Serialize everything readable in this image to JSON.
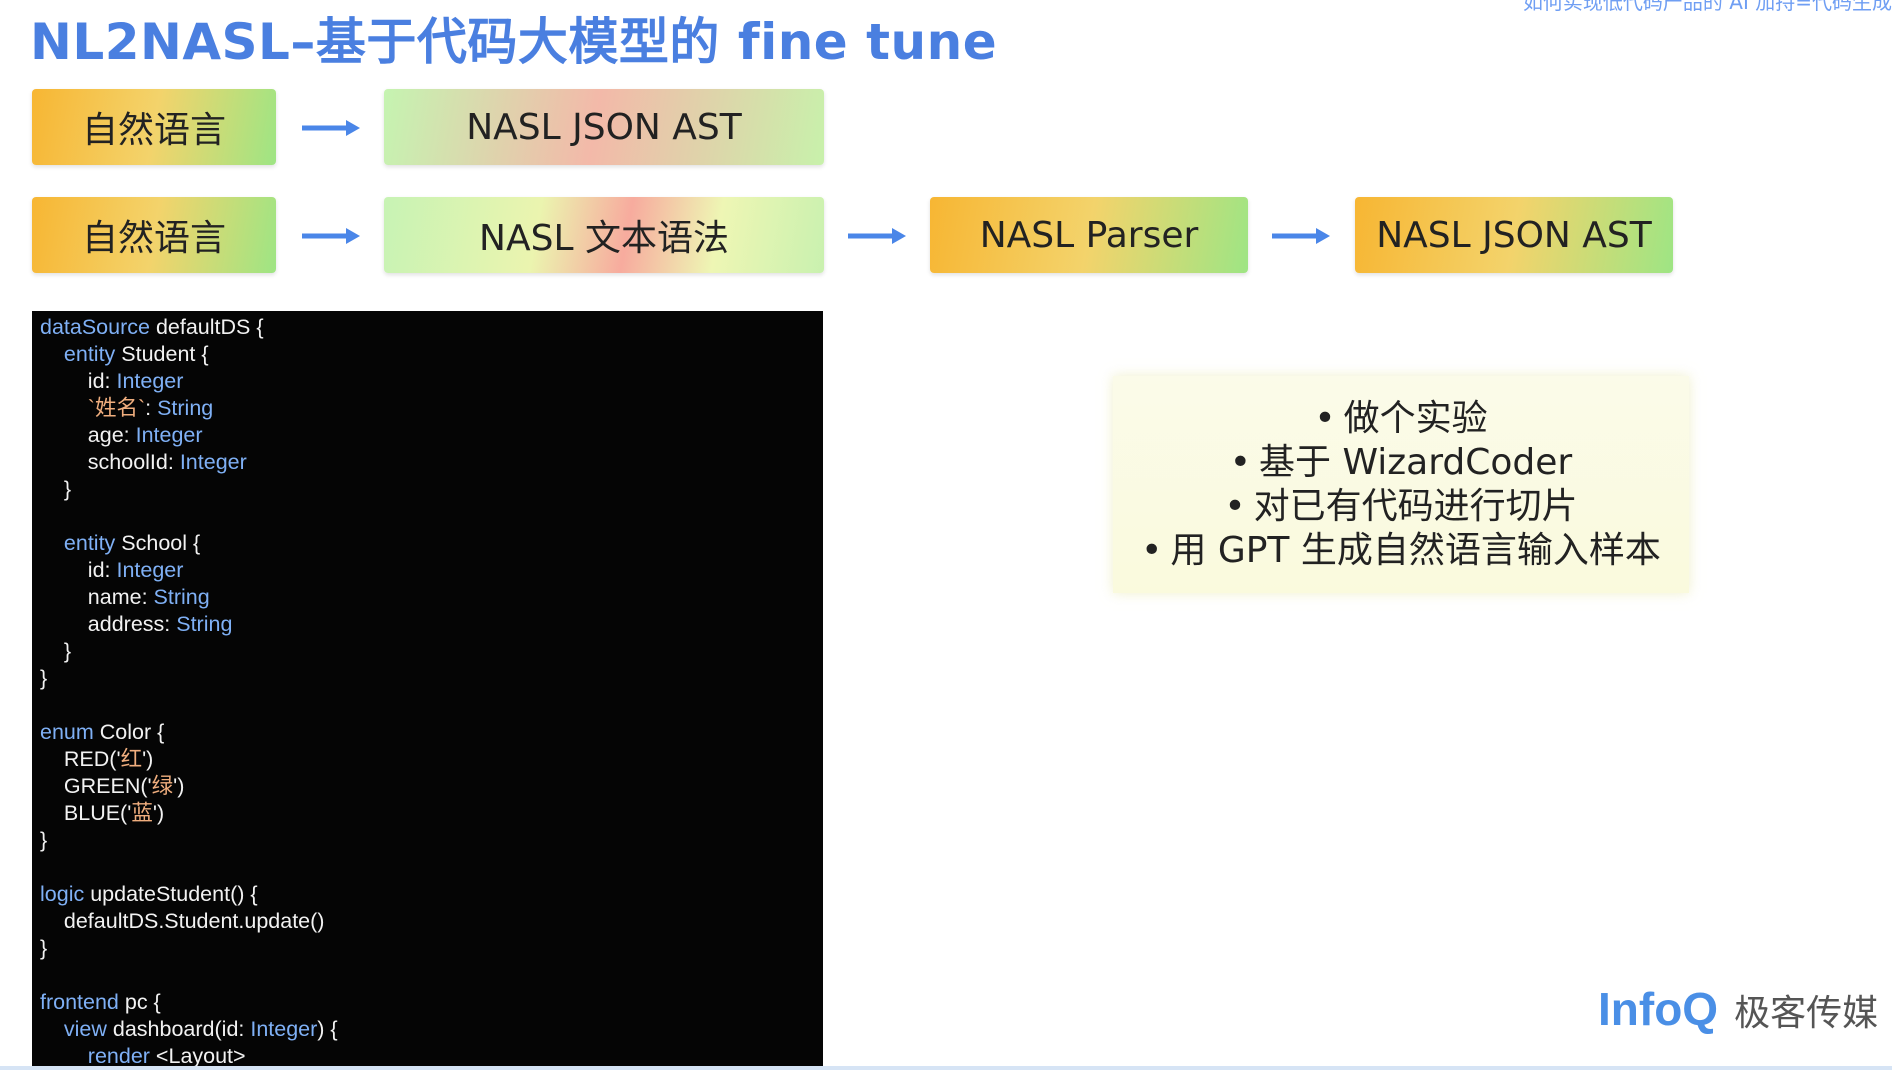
{
  "slide": {
    "title": "NL2NASL–基于代码大模型的 fine tune",
    "top_caption": "如何实现低代码产品的 AI 加持=代码生成",
    "pipeline_row1": {
      "step1": "自然语言",
      "step2": "NASL JSON AST"
    },
    "pipeline_row2": {
      "step1": "自然语言",
      "step2": "NASL 文本语法",
      "step3": "NASL Parser",
      "step4": "NASL JSON AST"
    },
    "notes": [
      "做个实验",
      "基于 WizardCoder",
      "对已有代码进行切片",
      "用 GPT 生成自然语言输入样本"
    ],
    "bullet_glyph": "•",
    "logo_brand": "InfoQ",
    "logo_sub": "极客传媒"
  },
  "code_lines": [
    [
      {
        "t": "dataSource",
        "c": "kw"
      },
      {
        "t": " defaultDS {"
      }
    ],
    [
      {
        "t": "    "
      },
      {
        "t": "entity",
        "c": "kw"
      },
      {
        "t": " Student {"
      }
    ],
    [
      {
        "t": "        id: "
      },
      {
        "t": "Integer",
        "c": "ty"
      }
    ],
    [
      {
        "t": "        "
      },
      {
        "t": "`姓名`",
        "c": "str"
      },
      {
        "t": ": "
      },
      {
        "t": "String",
        "c": "ty"
      }
    ],
    [
      {
        "t": "        age: "
      },
      {
        "t": "Integer",
        "c": "ty"
      }
    ],
    [
      {
        "t": "        schoolId: "
      },
      {
        "t": "Integer",
        "c": "ty"
      }
    ],
    [
      {
        "t": "    }"
      }
    ],
    [
      {
        "t": ""
      }
    ],
    [
      {
        "t": "    "
      },
      {
        "t": "entity",
        "c": "kw"
      },
      {
        "t": " School {"
      }
    ],
    [
      {
        "t": "        id: "
      },
      {
        "t": "Integer",
        "c": "ty"
      }
    ],
    [
      {
        "t": "        name: "
      },
      {
        "t": "String",
        "c": "ty"
      }
    ],
    [
      {
        "t": "        address: "
      },
      {
        "t": "String",
        "c": "ty"
      }
    ],
    [
      {
        "t": "    }"
      }
    ],
    [
      {
        "t": "}"
      }
    ],
    [
      {
        "t": ""
      }
    ],
    [
      {
        "t": "enum",
        "c": "kw"
      },
      {
        "t": " Color {"
      }
    ],
    [
      {
        "t": "    RED('"
      },
      {
        "t": "红",
        "c": "str"
      },
      {
        "t": "')"
      }
    ],
    [
      {
        "t": "    GREEN('"
      },
      {
        "t": "绿",
        "c": "str"
      },
      {
        "t": "')"
      }
    ],
    [
      {
        "t": "    BLUE('"
      },
      {
        "t": "蓝",
        "c": "str"
      },
      {
        "t": "')"
      }
    ],
    [
      {
        "t": "}"
      }
    ],
    [
      {
        "t": ""
      }
    ],
    [
      {
        "t": "logic",
        "c": "kw"
      },
      {
        "t": " updateStudent() {"
      }
    ],
    [
      {
        "t": "    defaultDS.Student.update()"
      }
    ],
    [
      {
        "t": "}"
      }
    ],
    [
      {
        "t": ""
      }
    ],
    [
      {
        "t": "frontend",
        "c": "kw"
      },
      {
        "t": " pc {"
      }
    ],
    [
      {
        "t": "    "
      },
      {
        "t": "view",
        "c": "kw"
      },
      {
        "t": " dashboard(id: "
      },
      {
        "t": "Integer",
        "c": "ty"
      },
      {
        "t": ") {"
      }
    ],
    [
      {
        "t": "        "
      },
      {
        "t": "render",
        "c": "kw"
      },
      {
        "t": " <Layout>"
      }
    ]
  ],
  "colors": {
    "title": "#4a7fe0",
    "arrow": "#4a86e8",
    "code_bg": "#050505",
    "code_keyword": "#7fb0f5",
    "code_string": "#f0ae7e",
    "brand": "#4a8fe6"
  }
}
